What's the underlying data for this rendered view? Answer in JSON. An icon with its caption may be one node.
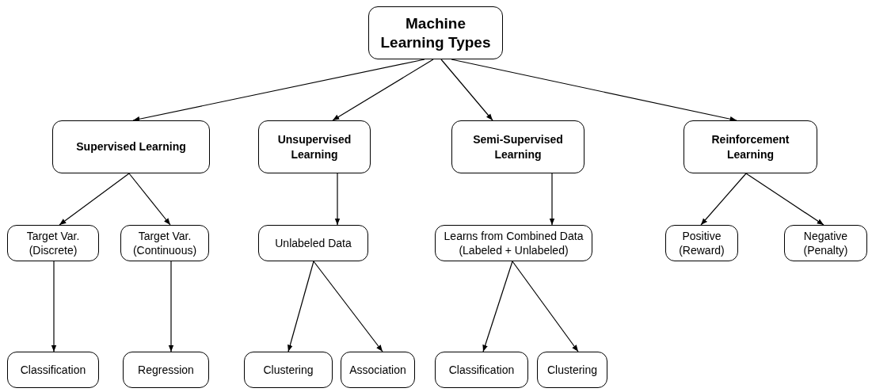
{
  "diagram": {
    "nodes": [
      {
        "text": [
          "Machine Learning Types"
        ]
      },
      {
        "text": [
          "Supervised Learning"
        ]
      },
      {
        "text": [
          "Unsupervised Learning"
        ]
      },
      {
        "text": [
          "Semi-Supervised Learning"
        ]
      },
      {
        "text": [
          "Reinforcement Learning"
        ]
      },
      {
        "text": [
          "Target Var. (Discrete)"
        ]
      },
      {
        "text": [
          "Target Var. (Continuous)"
        ]
      },
      {
        "text": [
          "Unlabeled Data"
        ]
      },
      {
        "text": [
          "Learns from Combined Data (Labeled + Unlabeled)"
        ]
      },
      {
        "text": [
          "Positive (Reward)"
        ]
      },
      {
        "text": [
          "Negative (Penalty)"
        ]
      },
      {
        "text": [
          "Classification"
        ]
      },
      {
        "text": [
          "Regression"
        ]
      },
      {
        "text": [
          "Clustering"
        ]
      },
      {
        "text": [
          "Association"
        ]
      },
      {
        "text": [
          "Classification"
        ]
      },
      {
        "text": [
          "Clustering"
        ]
      }
    ],
    "edges": [
      {
        "from": 0,
        "to": 1,
        "arrow": "to"
      },
      {
        "from": 0,
        "to": 2,
        "arrow": "to"
      },
      {
        "from": 0,
        "to": 3,
        "arrow": "to"
      },
      {
        "from": 0,
        "to": 4,
        "arrow": "to"
      },
      {
        "from": 1,
        "to": 5,
        "arrow": "to"
      },
      {
        "from": 1,
        "to": 6,
        "arrow": "to"
      },
      {
        "from": 2,
        "to": 7,
        "arrow": "to"
      },
      {
        "from": 3,
        "to": 8,
        "arrow": "to"
      },
      {
        "from": 4,
        "to": 9,
        "arrow": "to"
      },
      {
        "from": 4,
        "to": 10,
        "arrow": "to"
      },
      {
        "from": 5,
        "to": 11,
        "arrow": "to"
      },
      {
        "from": 6,
        "to": 12,
        "arrow": "to"
      },
      {
        "from": 7,
        "to": 13,
        "arrow": "to"
      },
      {
        "from": 7,
        "to": 14,
        "arrow": "to"
      },
      {
        "from": 8,
        "to": 15,
        "arrow": "to"
      },
      {
        "from": 8,
        "to": 16,
        "arrow": "to"
      }
    ]
  }
}
